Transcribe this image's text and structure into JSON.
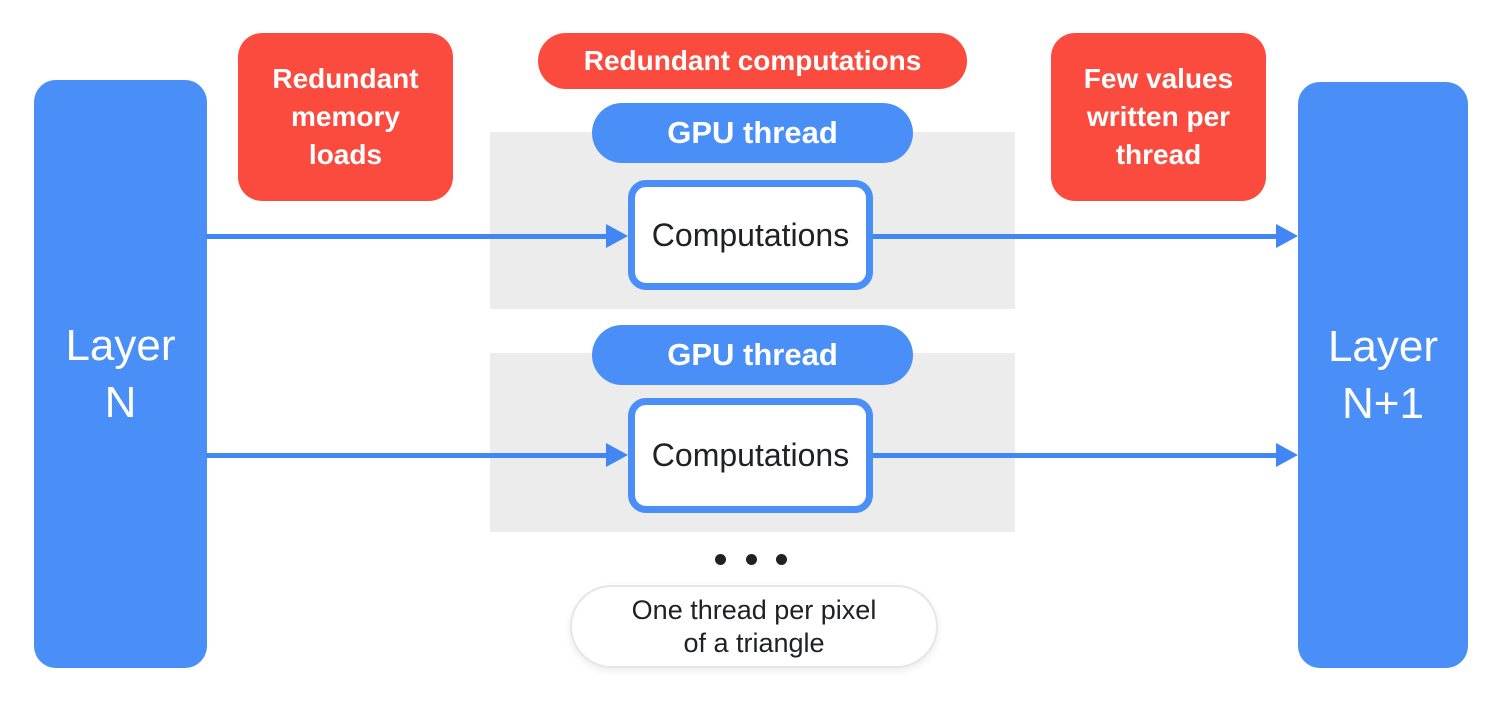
{
  "colors": {
    "node_blue": "#4A8FF7",
    "arrow_blue": "#4285F4",
    "callout_red": "#FB4B3E",
    "thread_gray": "#ECECEC",
    "ink_dark": "#202124",
    "pill_border": "#E6E6E6",
    "text_on_color": "#FFFFFF"
  },
  "nodes": {
    "layer_n": "Layer\nN",
    "layer_n_plus_1": "Layer\nN+1",
    "gpu_thread": "GPU thread",
    "computations": "Computations"
  },
  "callouts": {
    "redundant_memory": "Redundant\nmemory\nloads",
    "redundant_computations": "Redundant computations",
    "few_values": "Few values\nwritten per\nthread"
  },
  "footnote": "One thread per pixel\nof a triangle",
  "ellipsis_dot_count": 3,
  "thread_group_count_visible": 2
}
